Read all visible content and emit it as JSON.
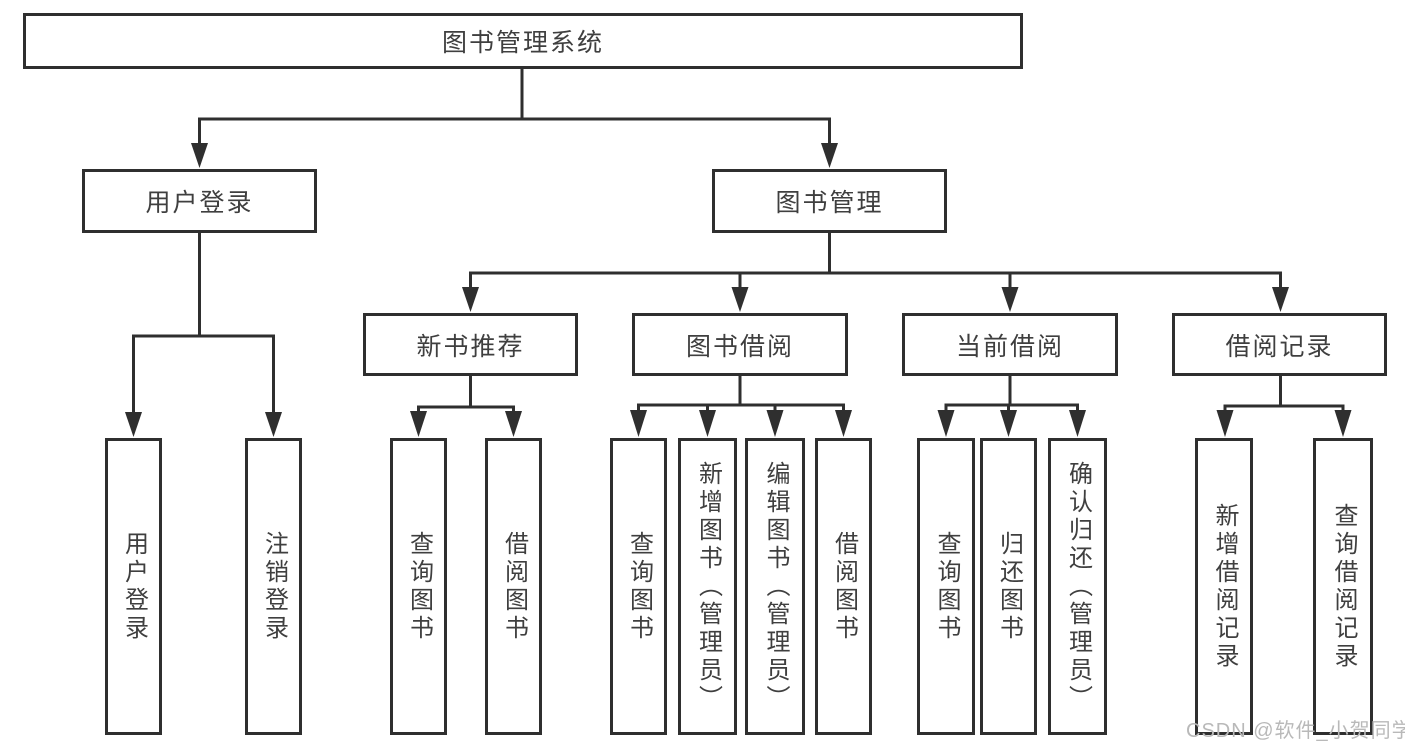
{
  "diagram": {
    "root": {
      "label": "图书管理系统",
      "children": [
        {
          "label": "用户登录",
          "children": [
            {
              "label": "用户登录"
            },
            {
              "label": "注销登录"
            }
          ]
        },
        {
          "label": "图书管理",
          "children": [
            {
              "label": "新书推荐",
              "children": [
                {
                  "label": "查询图书"
                },
                {
                  "label": "借阅图书"
                }
              ]
            },
            {
              "label": "图书借阅",
              "children": [
                {
                  "label": "查询图书"
                },
                {
                  "label": "新增图书（管理员）"
                },
                {
                  "label": "编辑图书（管理员）"
                },
                {
                  "label": "借阅图书"
                }
              ]
            },
            {
              "label": "当前借阅",
              "children": [
                {
                  "label": "查询图书"
                },
                {
                  "label": "归还图书"
                },
                {
                  "label": "确认归还（管理员）"
                }
              ]
            },
            {
              "label": "借阅记录",
              "children": [
                {
                  "label": "新增借阅记录"
                },
                {
                  "label": "查询借阅记录"
                }
              ]
            }
          ]
        }
      ]
    },
    "watermark": "CSDN @软件_小贺同学",
    "colors": {
      "line": "#2f2f2f",
      "text": "#3f3f3f",
      "background": "#ffffff",
      "watermark": "#b9b9b9"
    }
  }
}
